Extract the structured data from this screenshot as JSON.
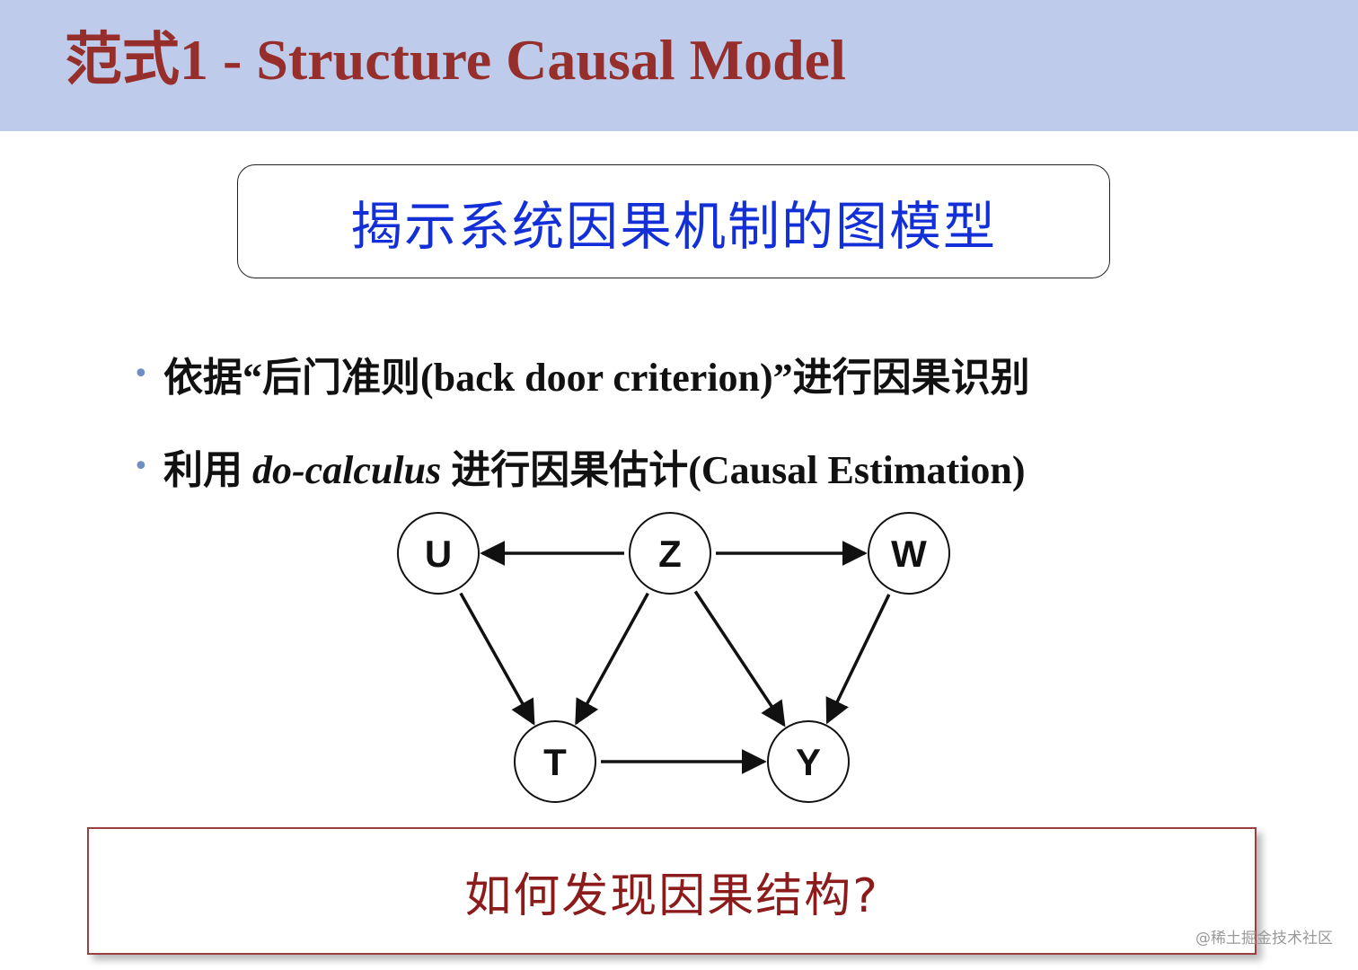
{
  "header": {
    "title": "范式1 - Structure Causal Model",
    "background_color": "#bfcbea",
    "title_color": "#962f2b"
  },
  "subtitle_box": {
    "text": "揭示系统因果机制的图模型",
    "text_color": "#1330d8"
  },
  "bullets": [
    {
      "pre": "依据“后门准则(back door criterion)”进行因果识别",
      "italic": "",
      "post": ""
    },
    {
      "pre": "利用 ",
      "italic": "do-calculus",
      "post": " 进行因果估计(Causal Estimation)"
    }
  ],
  "graph": {
    "nodes": [
      {
        "id": "U",
        "label": "U"
      },
      {
        "id": "Z",
        "label": "Z"
      },
      {
        "id": "W",
        "label": "W"
      },
      {
        "id": "T",
        "label": "T"
      },
      {
        "id": "Y",
        "label": "Y"
      }
    ],
    "edges": [
      {
        "from": "Z",
        "to": "U"
      },
      {
        "from": "Z",
        "to": "W"
      },
      {
        "from": "U",
        "to": "T"
      },
      {
        "from": "Z",
        "to": "T"
      },
      {
        "from": "Z",
        "to": "Y"
      },
      {
        "from": "W",
        "to": "Y"
      },
      {
        "from": "T",
        "to": "Y"
      }
    ]
  },
  "question_box": {
    "text": "如何发现因果结构?",
    "text_color": "#8c1c1c"
  },
  "watermark": "@稀土掘金技术社区"
}
